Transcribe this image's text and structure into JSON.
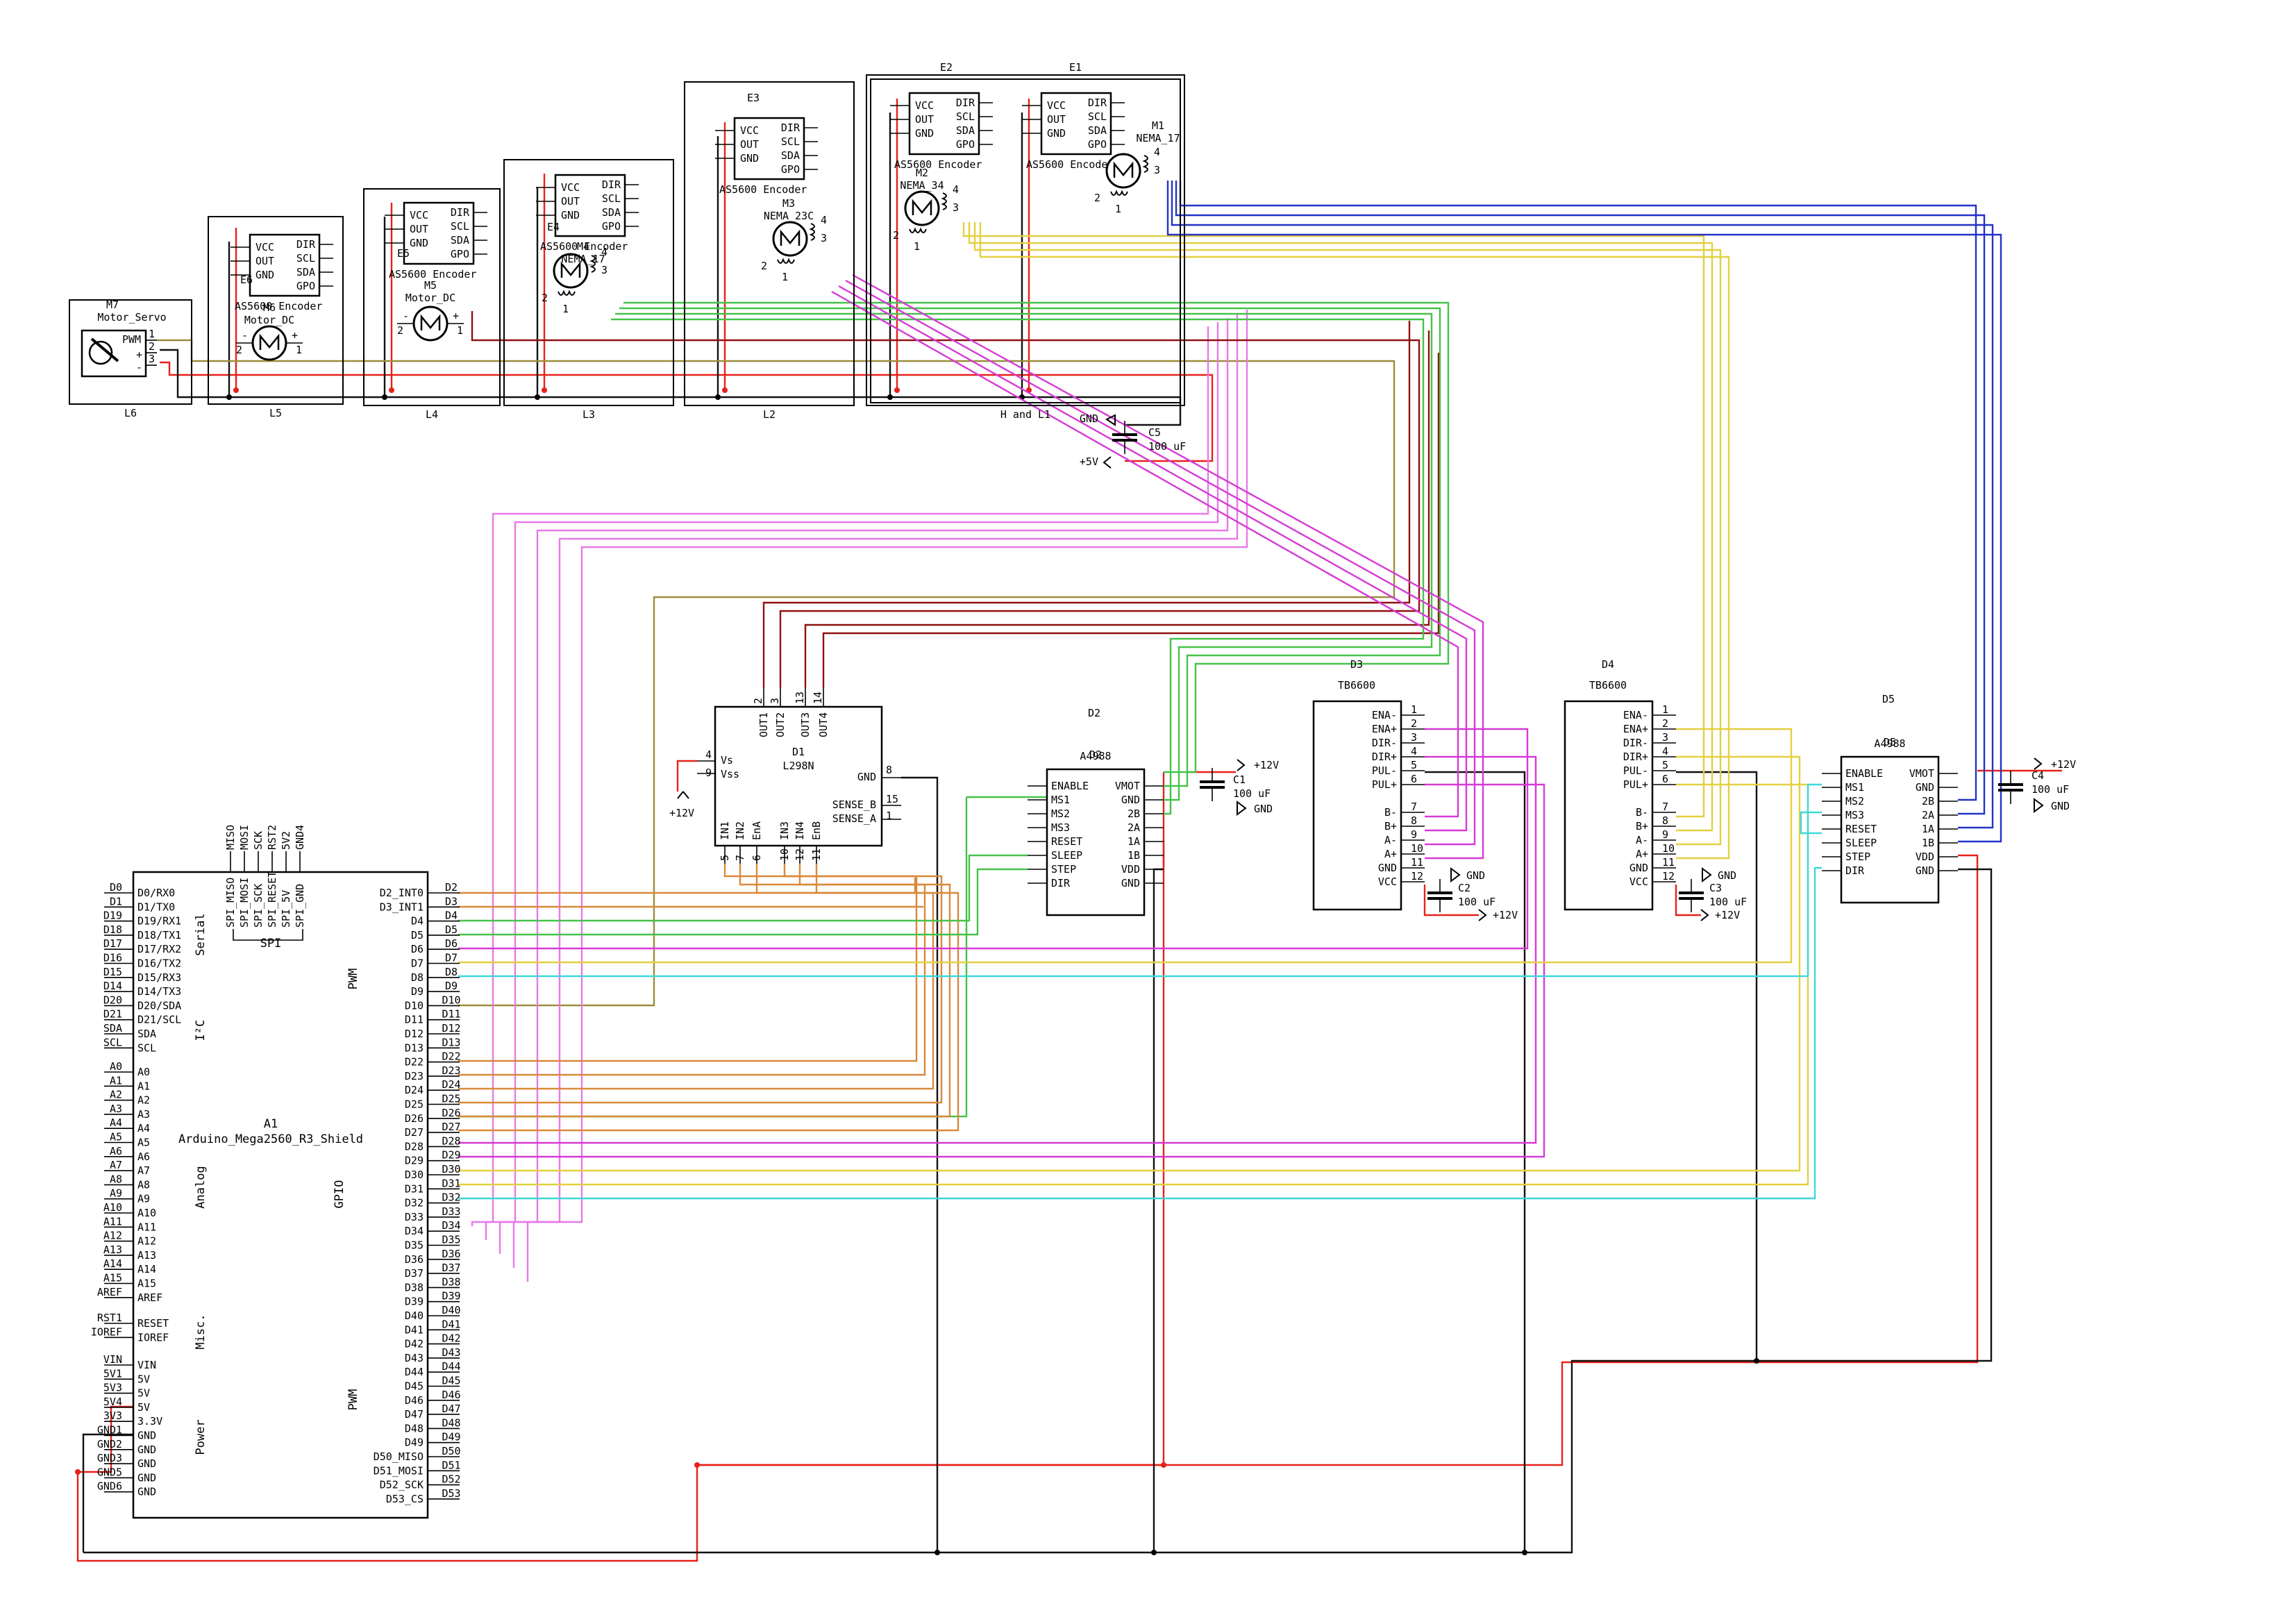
{
  "colors": {
    "red": "#e8201a",
    "black": "#111111",
    "olive": "#9b8c3a",
    "pink": "#e879e8",
    "magenta": "#d63ad6",
    "green": "#46c24a",
    "darkred": "#8f1010",
    "orange": "#d9893a",
    "yellow": "#e3d040",
    "cyan": "#3fd7dc",
    "blue": "#2232c8"
  },
  "encoder": {
    "pins_left": [
      "VCC",
      "OUT",
      "GND"
    ],
    "pins_right": [
      "DIR",
      "SCL",
      "SDA",
      "GPO"
    ],
    "name": "AS5600 Encoder"
  },
  "groups": [
    {
      "label": "L6",
      "servo": {
        "ref": "M7",
        "name": "Motor_Servo",
        "pwm": "PWM",
        "plus": "+",
        "minus": "-",
        "pins": [
          "1",
          "2",
          "3"
        ]
      }
    },
    {
      "label": "L5",
      "encoder_ref": "E6",
      "motor_ref": "M6",
      "motor_name": "Motor_DC"
    },
    {
      "label": "L4",
      "encoder_ref": "E5",
      "motor_ref": "M5",
      "motor_name": "Motor_DC"
    },
    {
      "label": "L3",
      "encoder_ref": "E4",
      "motor_ref": "M4",
      "motor_name": "NEMA_17"
    },
    {
      "label": "L2",
      "encoder_ref": "E3",
      "motor_ref": "M3",
      "motor_name": "NEMA_23C"
    },
    {
      "label": "H and L1",
      "encoder_ref": "E2",
      "motor_ref": "M2",
      "motor_name": "NEMA_34",
      "encoder_ref2": "E1",
      "motor_ref2": "M1",
      "motor_name2": "NEMA_17"
    }
  ],
  "dc_pins": [
    "1",
    "2"
  ],
  "stepper_pins": [
    "1",
    "2",
    "3",
    "4"
  ],
  "caps": {
    "c5": {
      "ref": "C5",
      "value": "100 uF",
      "gnd": "GND",
      "vcc": "+5V"
    },
    "c1": {
      "ref": "C1",
      "value": "100 uF",
      "vcc": "+12V",
      "gnd": "GND"
    },
    "c2": {
      "ref": "C2",
      "value": "100 uF",
      "vcc": "+12V",
      "gnd": "GND"
    },
    "c3": {
      "ref": "C3",
      "value": "100 uF",
      "vcc": "+12V",
      "gnd": "GND"
    },
    "c4": {
      "ref": "C4",
      "value": "100 uF",
      "vcc": "+12V",
      "gnd": "GND"
    }
  },
  "l298": {
    "ref": "D1",
    "name": "L298N",
    "top_pins": [
      "OUT1",
      "OUT2",
      "OUT3",
      "OUT4"
    ],
    "top_nums": [
      "2",
      "3",
      "13",
      "14"
    ],
    "left": [
      "Vs",
      "Vss"
    ],
    "left_nums": [
      "4",
      "9"
    ],
    "gnd": "GND",
    "gnd_num": "8",
    "sense": [
      "SENSE_B",
      "SENSE_A"
    ],
    "sense_nums": [
      "15",
      "1"
    ],
    "bottom": [
      "IN1",
      "IN2",
      "EnA",
      "IN3",
      "IN4",
      "EnB"
    ],
    "bottom_nums": [
      "5",
      "7",
      "6",
      "10",
      "12",
      "11"
    ],
    "vcc": "+12V"
  },
  "a4988": {
    "left": [
      "ENABLE",
      "MS1",
      "MS2",
      "MS3",
      "RESET",
      "SLEEP",
      "STEP",
      "DIR"
    ],
    "right": [
      "VMOT",
      "GND",
      "2B",
      "2A",
      "1A",
      "1B",
      "VDD",
      "GND"
    ],
    "name": "A4988"
  },
  "d2": {
    "ref": "D2"
  },
  "d5": {
    "ref": "D5"
  },
  "tb6600": {
    "name": "TB6600",
    "right": [
      "ENA-",
      "ENA+",
      "DIR-",
      "DIR+",
      "PUL-",
      "PUL+",
      "",
      "B-",
      "B+",
      "A-",
      "A+",
      "GND",
      "VCC"
    ],
    "nums": [
      "1",
      "2",
      "3",
      "4",
      "5",
      "6",
      "",
      "7",
      "8",
      "9",
      "10",
      "11",
      "12"
    ]
  },
  "d3": {
    "ref": "D3"
  },
  "d4": {
    "ref": "D4"
  },
  "arduino": {
    "ref": "A1",
    "name": "Arduino_Mega2560_R3_Shield",
    "top_pins": [
      "MISO",
      "MOSI",
      "SCK",
      "RST2",
      "5V2",
      "GND4"
    ],
    "spi_labels": [
      "SPI_MISO",
      "SPI_MOSI",
      "SPI_SCK",
      "SPI_RESET",
      "SPI_5V",
      "SPI_GND"
    ],
    "spi": "SPI",
    "serial_out": [
      "D0",
      "D1",
      "D19",
      "D18",
      "D17",
      "D16",
      "D15",
      "D14",
      "D20",
      "D21",
      "SDA",
      "SCL"
    ],
    "serial_in": [
      "D0/RX0",
      "D1/TX0",
      "D19/RX1",
      "D18/TX1",
      "D17/RX2",
      "D16/TX2",
      "D15/RX3",
      "D14/TX3",
      "D20/SDA",
      "D21/SCL",
      "SDA",
      "SCL"
    ],
    "serial": "Serial",
    "i2c": "I²C",
    "analog_out": [
      "A0",
      "A1",
      "A2",
      "A3",
      "A4",
      "A5",
      "A6",
      "A7",
      "A8",
      "A9",
      "A10",
      "A11",
      "A12",
      "A13",
      "A14",
      "A15",
      "AREF"
    ],
    "analog_in": [
      "A0",
      "A1",
      "A2",
      "A3",
      "A4",
      "A5",
      "A6",
      "A7",
      "A8",
      "A9",
      "A10",
      "A11",
      "A12",
      "A13",
      "A14",
      "A15",
      "AREF"
    ],
    "analog": "Analog",
    "misc_out": [
      "RST1",
      "IOREF"
    ],
    "misc_in": [
      "RESET",
      "IOREF"
    ],
    "misc": "Misc.",
    "power_out": [
      "VIN",
      "5V1",
      "5V3",
      "5V4",
      "3V3",
      "GND1",
      "GND2",
      "GND3",
      "GND5",
      "GND6"
    ],
    "power_in": [
      "VIN",
      "5V",
      "5V",
      "5V",
      "3.3V",
      "GND",
      "GND",
      "GND",
      "GND",
      "GND"
    ],
    "power": "Power",
    "gpio_in": [
      "D2_INT0",
      "D3_INT1",
      "D4",
      "D5",
      "D6",
      "D7",
      "D8",
      "D9",
      "D10",
      "D11",
      "D12",
      "D13",
      "D22",
      "D23",
      "D24",
      "D25",
      "D26",
      "D27",
      "D28",
      "D29",
      "D30",
      "D31",
      "D32",
      "D33",
      "D34",
      "D35",
      "D36",
      "D37",
      "D38",
      "D39",
      "D40",
      "D41",
      "D42",
      "D43",
      "D44",
      "D45",
      "D46",
      "D47",
      "D48",
      "D49",
      "D50_MISO",
      "D51_MOSI",
      "D52_SCK",
      "D53_CS"
    ],
    "gpio_out": [
      "D2",
      "D3",
      "D4",
      "D5",
      "D6",
      "D7",
      "D8",
      "D9",
      "D10",
      "D11",
      "D12",
      "D13",
      "D22",
      "D23",
      "D24",
      "D25",
      "D26",
      "D27",
      "D28",
      "D29",
      "D30",
      "D31",
      "D32",
      "D33",
      "D34",
      "D35",
      "D36",
      "D37",
      "D38",
      "D39",
      "D40",
      "D41",
      "D42",
      "D43",
      "D44",
      "D45",
      "D46",
      "D47",
      "D48",
      "D49",
      "D50",
      "D51",
      "D52",
      "D53"
    ],
    "gpio": "GPIO",
    "pwm": "PWM"
  }
}
